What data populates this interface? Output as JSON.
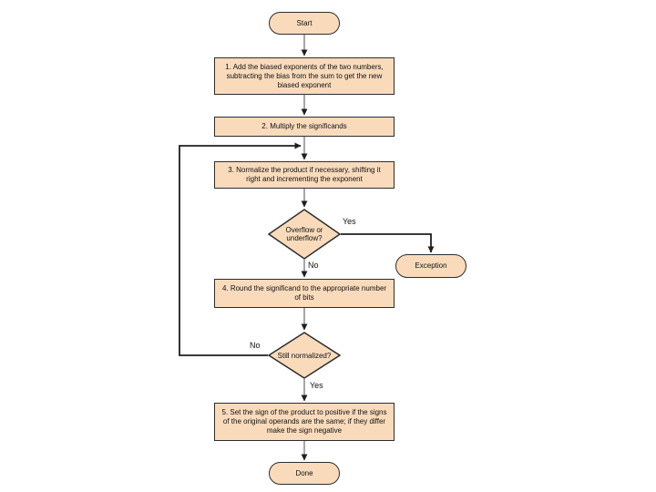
{
  "flowchart": {
    "nodes": {
      "start": {
        "label": "Start"
      },
      "step1": {
        "label": "1. Add the biased exponents of the two numbers, subtracting the bias from the sum to get the new biased exponent"
      },
      "step2": {
        "label": "2. Multiply the significands"
      },
      "step3": {
        "label": "3. Normalize the product if necessary, shifting it right and incrementing the exponent"
      },
      "decision_overflow": {
        "label": "Overflow or underflow?"
      },
      "exception": {
        "label": "Exception"
      },
      "step4": {
        "label": "4. Round the significand to the appropriate number of bits"
      },
      "decision_normalized": {
        "label": "Still normalized?"
      },
      "step5": {
        "label": "5. Set the sign of the product to positive if the signs of the original operands are the same; if they differ make the sign negative"
      },
      "done": {
        "label": "Done"
      }
    },
    "edge_labels": {
      "overflow_yes": "Yes",
      "overflow_no": "No",
      "normalized_no": "No",
      "normalized_yes": "Yes"
    },
    "colors": {
      "shape_fill": "#f9dbbc",
      "shape_border": "#2d2d2d",
      "connector_gray": "#7f7f7f",
      "connector_black": "#1f1f1f",
      "text_color": "#111111"
    }
  }
}
